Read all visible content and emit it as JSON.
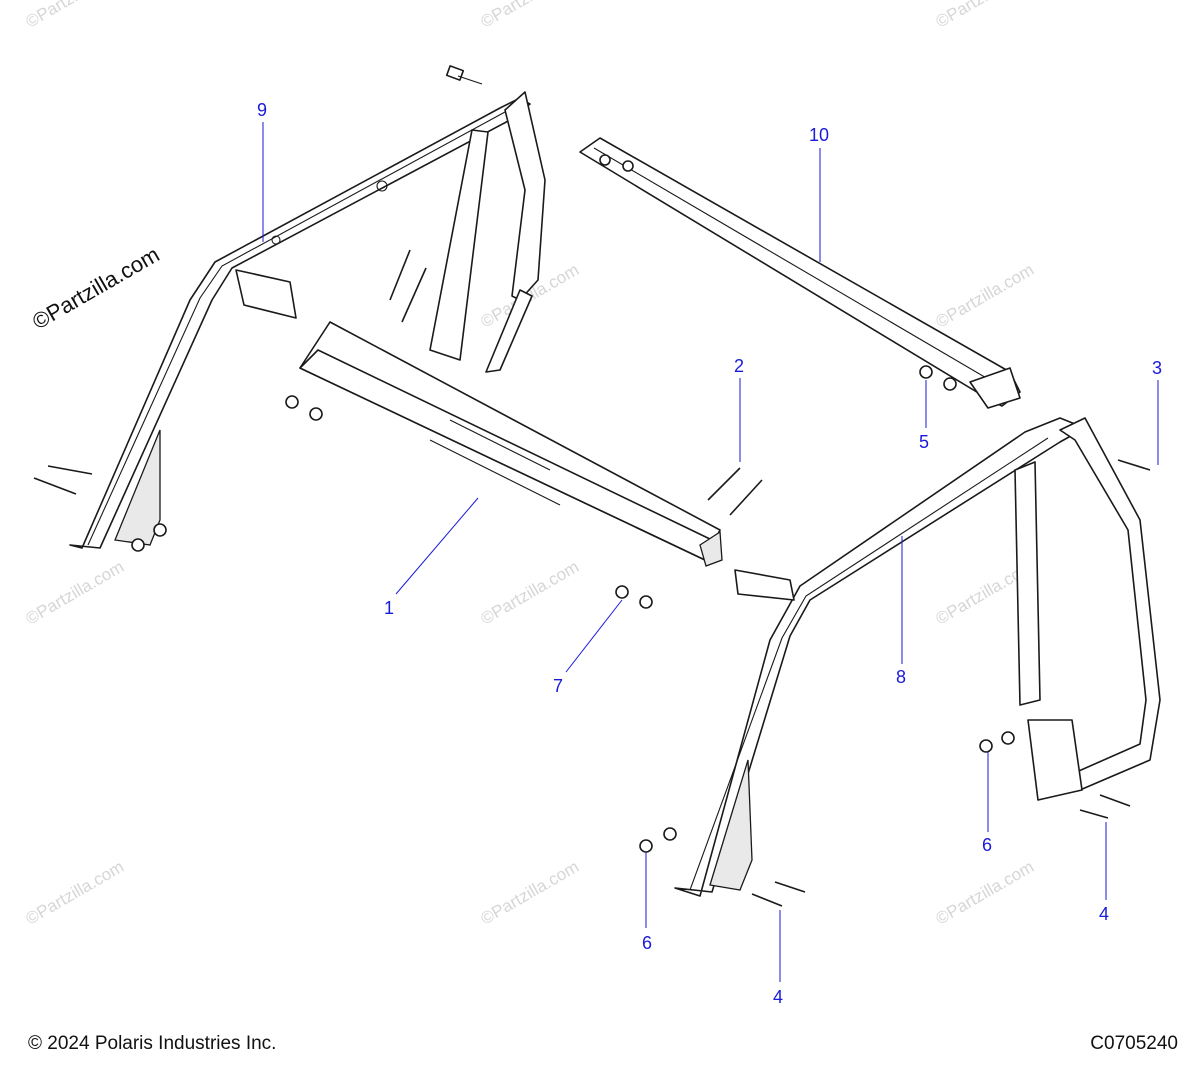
{
  "watermark_main": "©Partzilla.com",
  "watermark_repeat": "©Partzilla.com",
  "callouts": {
    "c1": "1",
    "c2": "2",
    "c3": "3",
    "c4a": "4",
    "c4b": "4",
    "c5": "5",
    "c6a": "6",
    "c6b": "6",
    "c7": "7",
    "c8": "8",
    "c9": "9",
    "c10": "10"
  },
  "footer": {
    "copyright": "© 2024 Polaris Industries Inc.",
    "diagram_code": "C0705240"
  },
  "colors": {
    "callout": "#1a1adb",
    "line": "#1a1a1a",
    "watermark": "#d6d6d6"
  }
}
